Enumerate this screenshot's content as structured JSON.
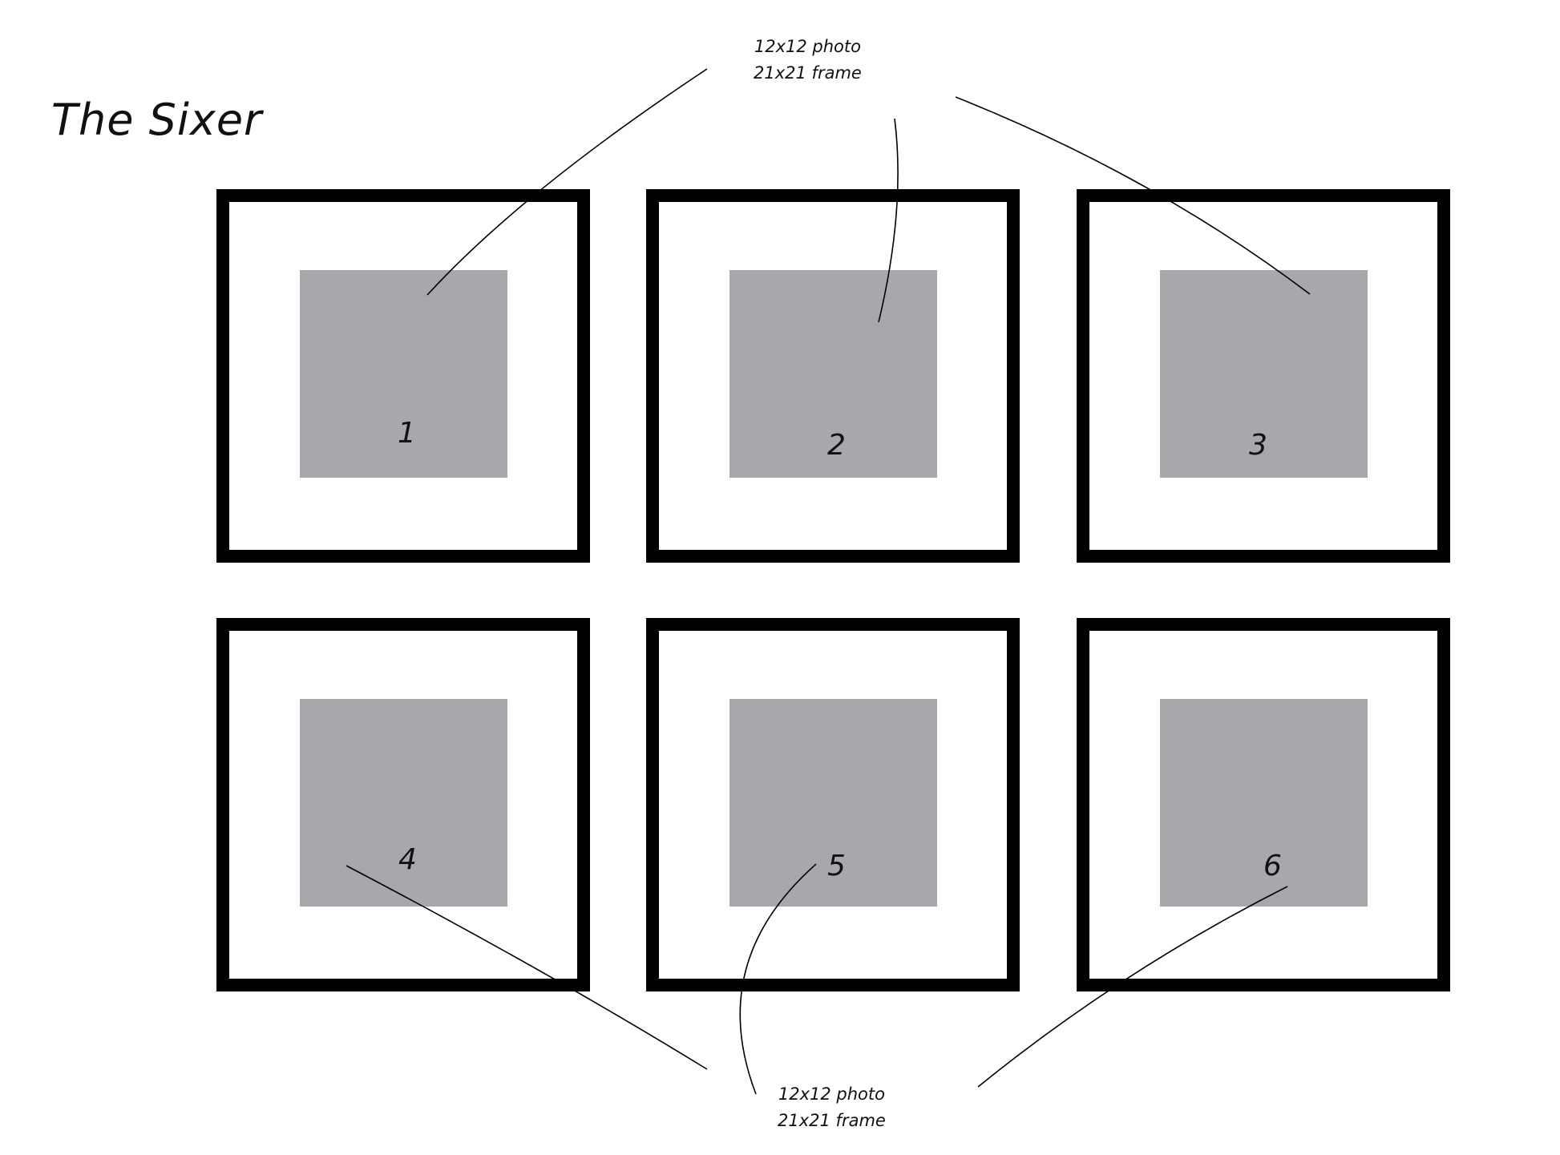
{
  "title": "The Sixer",
  "frames": [
    {
      "number": "1"
    },
    {
      "number": "2"
    },
    {
      "number": "3"
    },
    {
      "number": "4"
    },
    {
      "number": "5"
    },
    {
      "number": "6"
    }
  ],
  "top_note": {
    "line1": "12x12 photo",
    "line2": "21x21 frame"
  },
  "bottom_note": {
    "line1": "12x12 photo",
    "line2": "21x21 frame"
  },
  "colors": {
    "frame": "#000000",
    "photo": "#a7a8ab",
    "mat": "#ffffff"
  }
}
